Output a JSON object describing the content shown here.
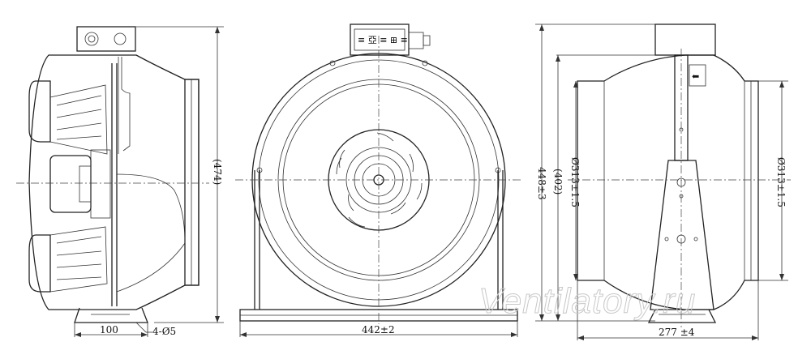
{
  "dimensions": {
    "side_height": "(474)",
    "foot_length": "100",
    "mount_holes": "4-Ø5",
    "front_width": "442±2",
    "overall_height": "448±3",
    "inner_height": "(402)",
    "inlet_diameter_left": "Ø313±1.5",
    "outlet_diameter_right": "Ø313±1.5",
    "rear_length": "277 ±4"
  },
  "label_plate_text": "≡ 亞 ≡ ⊞ ≡",
  "watermark": "Ventilatory.ru"
}
